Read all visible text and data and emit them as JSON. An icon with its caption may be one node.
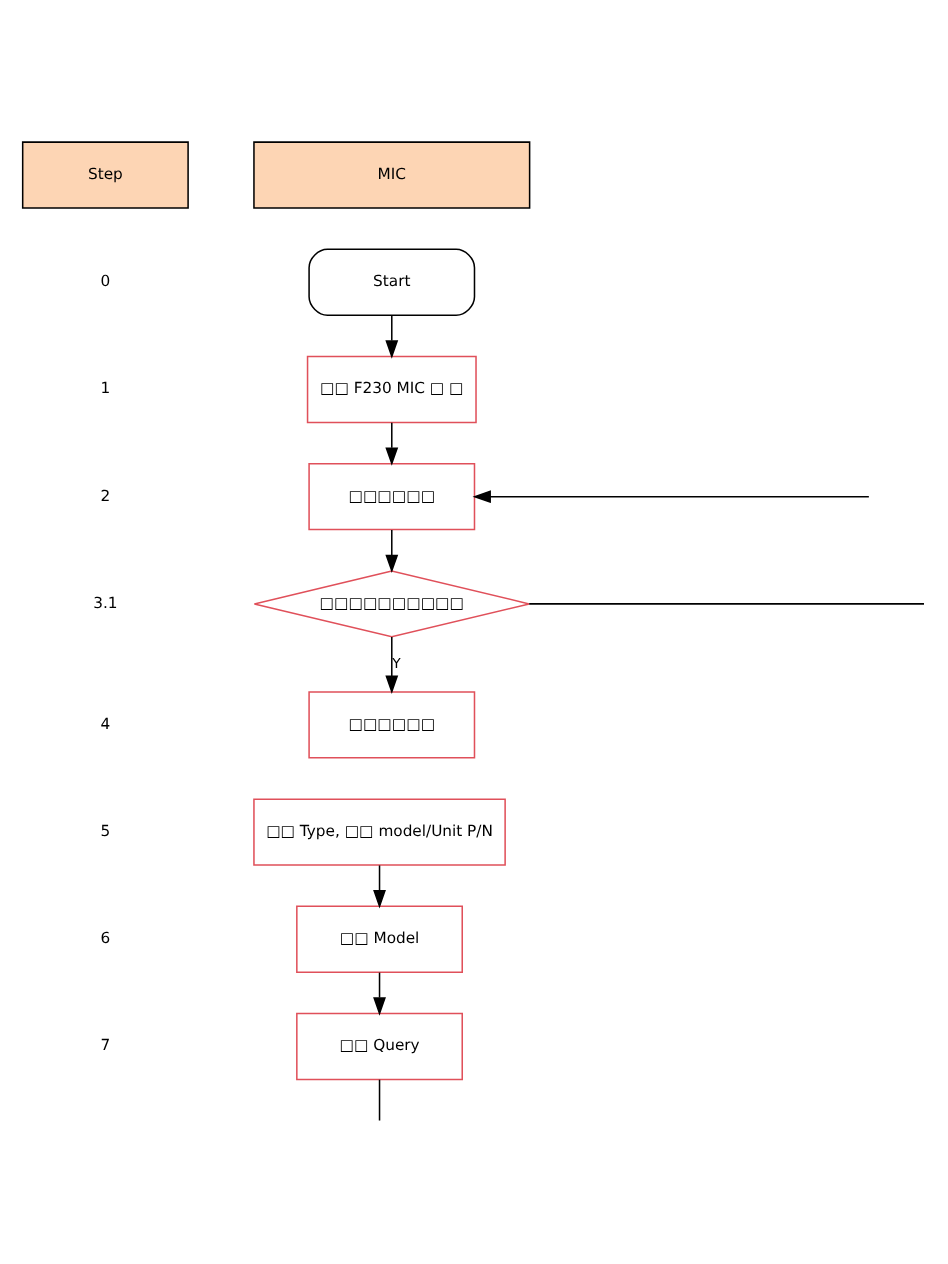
{
  "diagram": {
    "nodes": [
      {
        "text": [
          "Start"
        ]
      },
      {
        "text": [
          "□□ F230 MIC □ □"
        ]
      },
      {
        "text": [
          "□□□□□□"
        ]
      },
      {
        "text": [
          "□□□□□□□□□□"
        ]
      },
      {
        "text": [
          "□□□□□□"
        ]
      },
      {
        "text": [
          "□□ Type, □□ model/Unit P/N"
        ]
      },
      {
        "text": [
          "□□ Model"
        ]
      },
      {
        "text": [
          "□□ Query"
        ]
      }
    ],
    "edges": [
      {
        "from": 0,
        "to": 1,
        "arrow": "to"
      },
      {
        "from": 1,
        "to": 2,
        "arrow": "to"
      },
      {
        "from": null,
        "to": 2,
        "arrow": "to"
      },
      {
        "from": 2,
        "to": 3,
        "arrow": "to"
      },
      {
        "from": 3,
        "to": null,
        "arrow": "none"
      },
      {
        "from": 3,
        "to": 4,
        "arrow": "to",
        "label": "Y"
      },
      {
        "from": 5,
        "to": 6,
        "arrow": "to"
      },
      {
        "from": 6,
        "to": 7,
        "arrow": "to"
      },
      {
        "from": 7,
        "to": null,
        "arrow": "none"
      }
    ],
    "labels": [
      "Step",
      "MIC",
      "0",
      "1",
      "2",
      "3.1",
      "4",
      "5",
      "6",
      "7"
    ]
  }
}
